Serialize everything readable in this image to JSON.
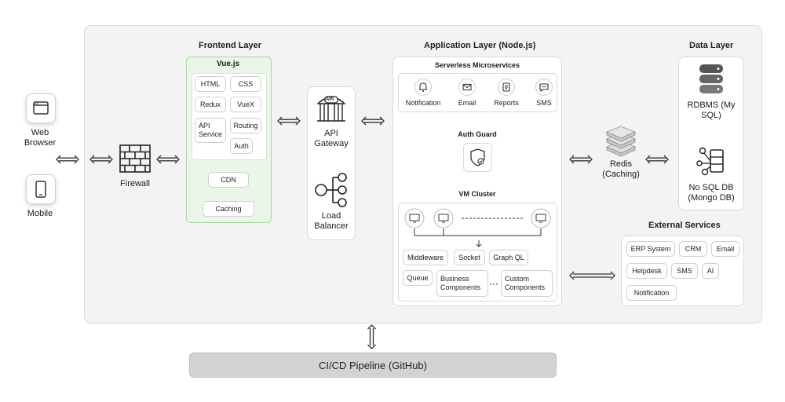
{
  "clients": {
    "web_browser": "Web Browser",
    "mobile": "Mobile"
  },
  "firewall": "Firewall",
  "frontend": {
    "title": "Frontend Layer",
    "framework": "Vue.js",
    "items": {
      "html": "HTML",
      "css": "CSS",
      "redux": "Redux",
      "vuex": "VueX",
      "api_service": "API Service",
      "routing": "Routing",
      "auth": "Auth"
    },
    "cdn": "CDN",
    "caching": "Caching"
  },
  "gateway": {
    "api_badge": "API",
    "api_gateway": "API Gateway",
    "load_balancer": "Load Balancer"
  },
  "application": {
    "title": "Application Layer (Node.js)",
    "serverless_title": "Serverless Microservices",
    "services": [
      "Notification",
      "Email",
      "Reports",
      "SMS"
    ],
    "auth_guard": "Auth Guard",
    "vm_cluster": "VM Cluster",
    "vm_items": {
      "middleware": "Middleware",
      "socket": "Socket",
      "graphql": "Graph QL",
      "queue": "Queue",
      "business": "Business Components",
      "custom": "Custom Components"
    }
  },
  "redis": "Redis (Caching)",
  "data": {
    "title": "Data Layer",
    "rdbms": "RDBMS (My SQL)",
    "nosql": "No SQL DB (Mongo DB)"
  },
  "external": {
    "title": "External Services",
    "items": {
      "erp": "ERP System",
      "crm": "CRM",
      "email": "Email",
      "helpdesk": "Helpdesk",
      "sms": "SMS",
      "ai": "AI",
      "notification": "Notification"
    }
  },
  "pipeline": "CI/CD Pipeline (GitHub)",
  "colors": {
    "frontend_bg": "#eaf6e8",
    "frontend_border": "#a9d6a3",
    "panel_bg": "#f3f3f3",
    "pipeline_bg": "#d3d3d3"
  }
}
